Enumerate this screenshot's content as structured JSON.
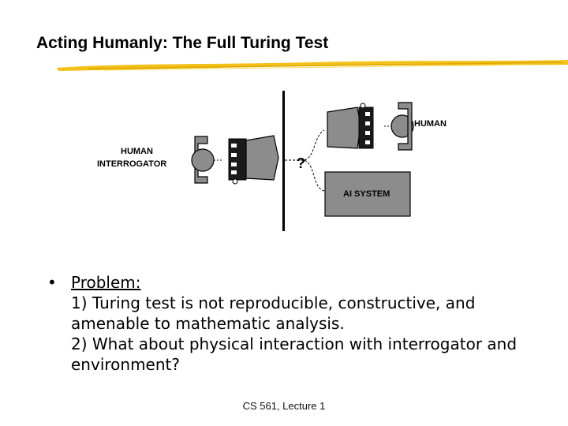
{
  "slide": {
    "title": "Acting Humanly: The Full Turing Test",
    "diagram": {
      "interrogator_label_line1": "HUMAN",
      "interrogator_label_line2": "INTERROGATOR",
      "human_label": "HUMAN",
      "ai_label": "AI SYSTEM",
      "question_mark": "?"
    },
    "bullet": {
      "marker": "•",
      "heading": "Problem:",
      "points": [
        "1) Turing test is not reproducible, constructive, and amenable to mathematic analysis.",
        "2) What about physical interaction with interrogator and environment?"
      ]
    },
    "footer": "CS 561,  Lecture 1"
  },
  "colors": {
    "underline": "#f2c21a",
    "terminal": "#8c8c8c",
    "dark": "#1a1a1a"
  }
}
